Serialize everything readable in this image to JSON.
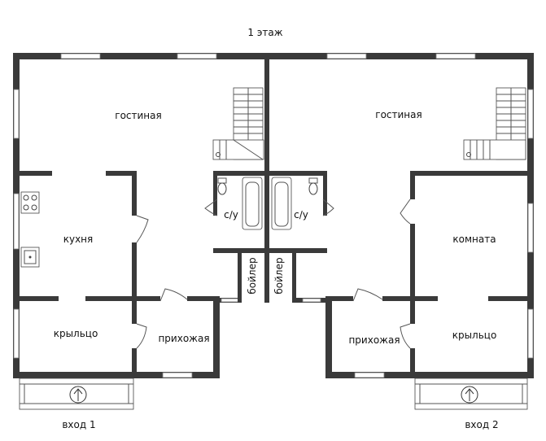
{
  "floor_title": "1 этаж",
  "rooms": {
    "living_left": "гостиная",
    "living_right": "гостиная",
    "kitchen": "кухня",
    "bathroom_left": "с/у",
    "bathroom_right": "с/у",
    "boiler_left": "бойлер",
    "boiler_right": "бойлер",
    "porch_left": "крыльцо",
    "porch_right": "крыльцо",
    "hall_left": "прихожая",
    "hall_right": "прихожая",
    "room_right": "комната"
  },
  "entrances": {
    "left": "вход 1",
    "right": "вход 2"
  },
  "colors": {
    "wall": "#3a3a3a",
    "line": "#555555"
  }
}
